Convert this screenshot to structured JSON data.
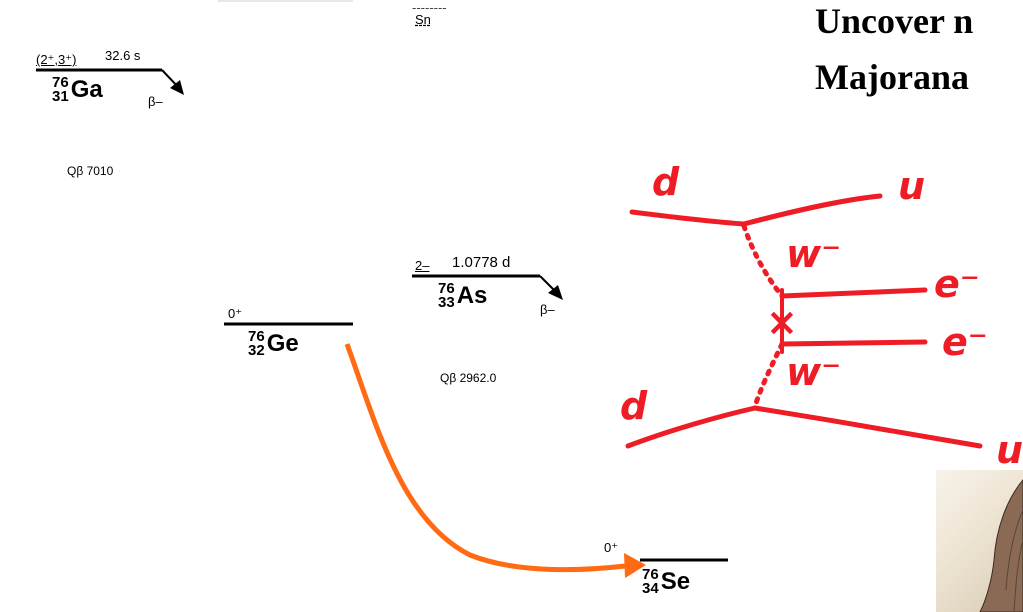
{
  "title": {
    "line1": "Uncover n",
    "line2": "Majorana"
  },
  "sn_label": "Sn",
  "ga": {
    "spin": "(2⁺,3⁺)",
    "halflife": "32.6 s",
    "mass": "76",
    "z": "31",
    "symbol": "Ga",
    "decay": "β–",
    "q": "Qβ 7010"
  },
  "as": {
    "spin": "2–",
    "halflife": "1.0778 d",
    "mass": "76",
    "z": "33",
    "symbol": "As",
    "decay": "β–",
    "q": "Qβ 2962.0"
  },
  "ge": {
    "spin": "0⁺",
    "mass": "76",
    "z": "32",
    "symbol": "Ge"
  },
  "se": {
    "spin": "0⁺",
    "mass": "76",
    "z": "34",
    "symbol": "Se"
  },
  "feynman": {
    "d_top": "d",
    "d_bottom": "d",
    "u_top": "u",
    "u_bottom": "u",
    "w_top": "w⁻",
    "w_bottom": "w⁻",
    "e_top": "e⁻",
    "e_bottom": "e⁻",
    "vertex": "×"
  },
  "colors": {
    "arrow": "#ff6a13",
    "feynman": "#ee1c25"
  }
}
